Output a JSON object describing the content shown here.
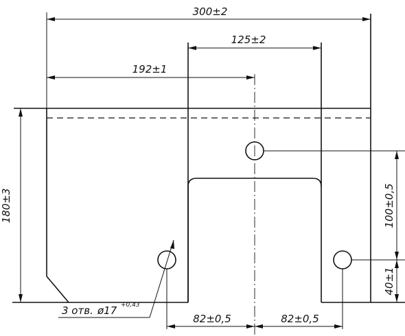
{
  "dimensions": {
    "overall_width": "300±2",
    "slot_width": "125±2",
    "hole_offset_top": "192±1",
    "overall_height": "180±3",
    "hole_spacing_vertical": "100±0,5",
    "hole_height_bottom": "40±1",
    "hole_spacing_left": "82±0,5",
    "hole_spacing_right": "82±0,5"
  },
  "hole_note": {
    "prefix": "3 отв.",
    "diameter": "ø17",
    "tolerance": "+0,43"
  }
}
